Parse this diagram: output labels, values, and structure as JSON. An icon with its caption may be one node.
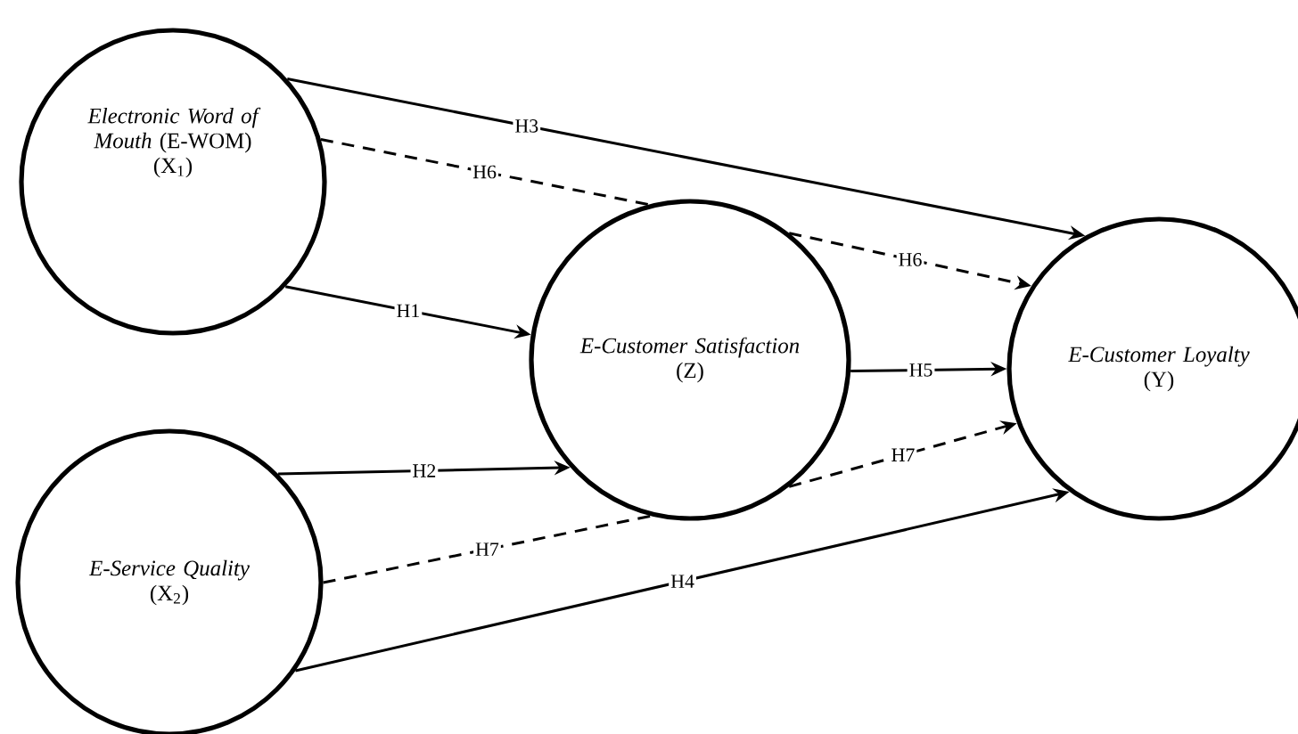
{
  "diagram": {
    "nodes": [
      {
        "text": [
          "*Electronic Word of Mouth* (E-WOM)",
          "(X$_{1}$)"
        ]
      },
      {
        "text": [
          "E-Customer Satisfaction",
          "(Z)"
        ]
      },
      {
        "text": [
          "E-Customer Loyalty",
          "(Y)"
        ]
      },
      {
        "text": [
          "E-Service Quality",
          "(X$_{2}$)"
        ]
      }
    ],
    "edges": [
      {
        "from": 0,
        "to": 2,
        "arrow": "to",
        "label": "H3"
      },
      {
        "from": 0,
        "to": 1,
        "arrow": "none",
        "label": "H6",
        "style": "dashed"
      },
      {
        "from": 1,
        "to": 2,
        "arrow": "to",
        "label": "H6",
        "style": "dashed"
      },
      {
        "from": 0,
        "to": 1,
        "arrow": "to",
        "label": "H1"
      },
      {
        "from": 1,
        "to": 2,
        "arrow": "to",
        "label": "H5"
      },
      {
        "from": 3,
        "to": 1,
        "arrow": "to",
        "label": "H2"
      },
      {
        "from": 1,
        "to": 2,
        "arrow": "to",
        "label": "H7",
        "style": "dashed"
      },
      {
        "from": 3,
        "to": 1,
        "arrow": "none",
        "label": "H7",
        "style": "dashed"
      },
      {
        "from": 3,
        "to": 2,
        "arrow": "to",
        "label": "H4"
      }
    ]
  }
}
